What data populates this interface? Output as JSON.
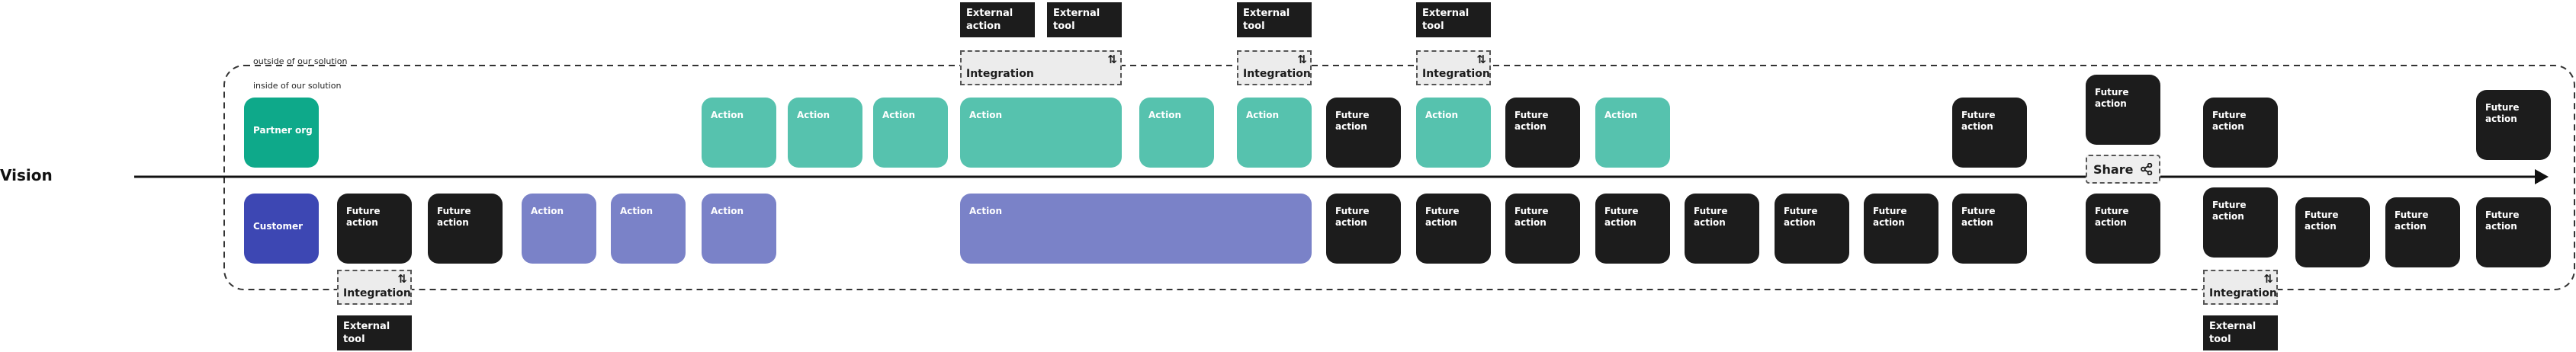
{
  "vision_label": "Vision",
  "region_outside": "outside of our solution",
  "region_inside": "inside of our solution",
  "share_label": "Share",
  "integration_label": "Integration",
  "integration_arrow": "⇅",
  "labels": {
    "action": "Action",
    "future_action": "Future action",
    "partner_org": "Partner org",
    "customer": "Customer",
    "external_action": "External action",
    "external_tool": "External tool"
  },
  "colors": {
    "action_top": "#56c2ae",
    "action_bottom": "#7a82c8",
    "future": "#1c1c1c",
    "partner_org": "#0ea98a",
    "customer": "#3d47b3"
  }
}
